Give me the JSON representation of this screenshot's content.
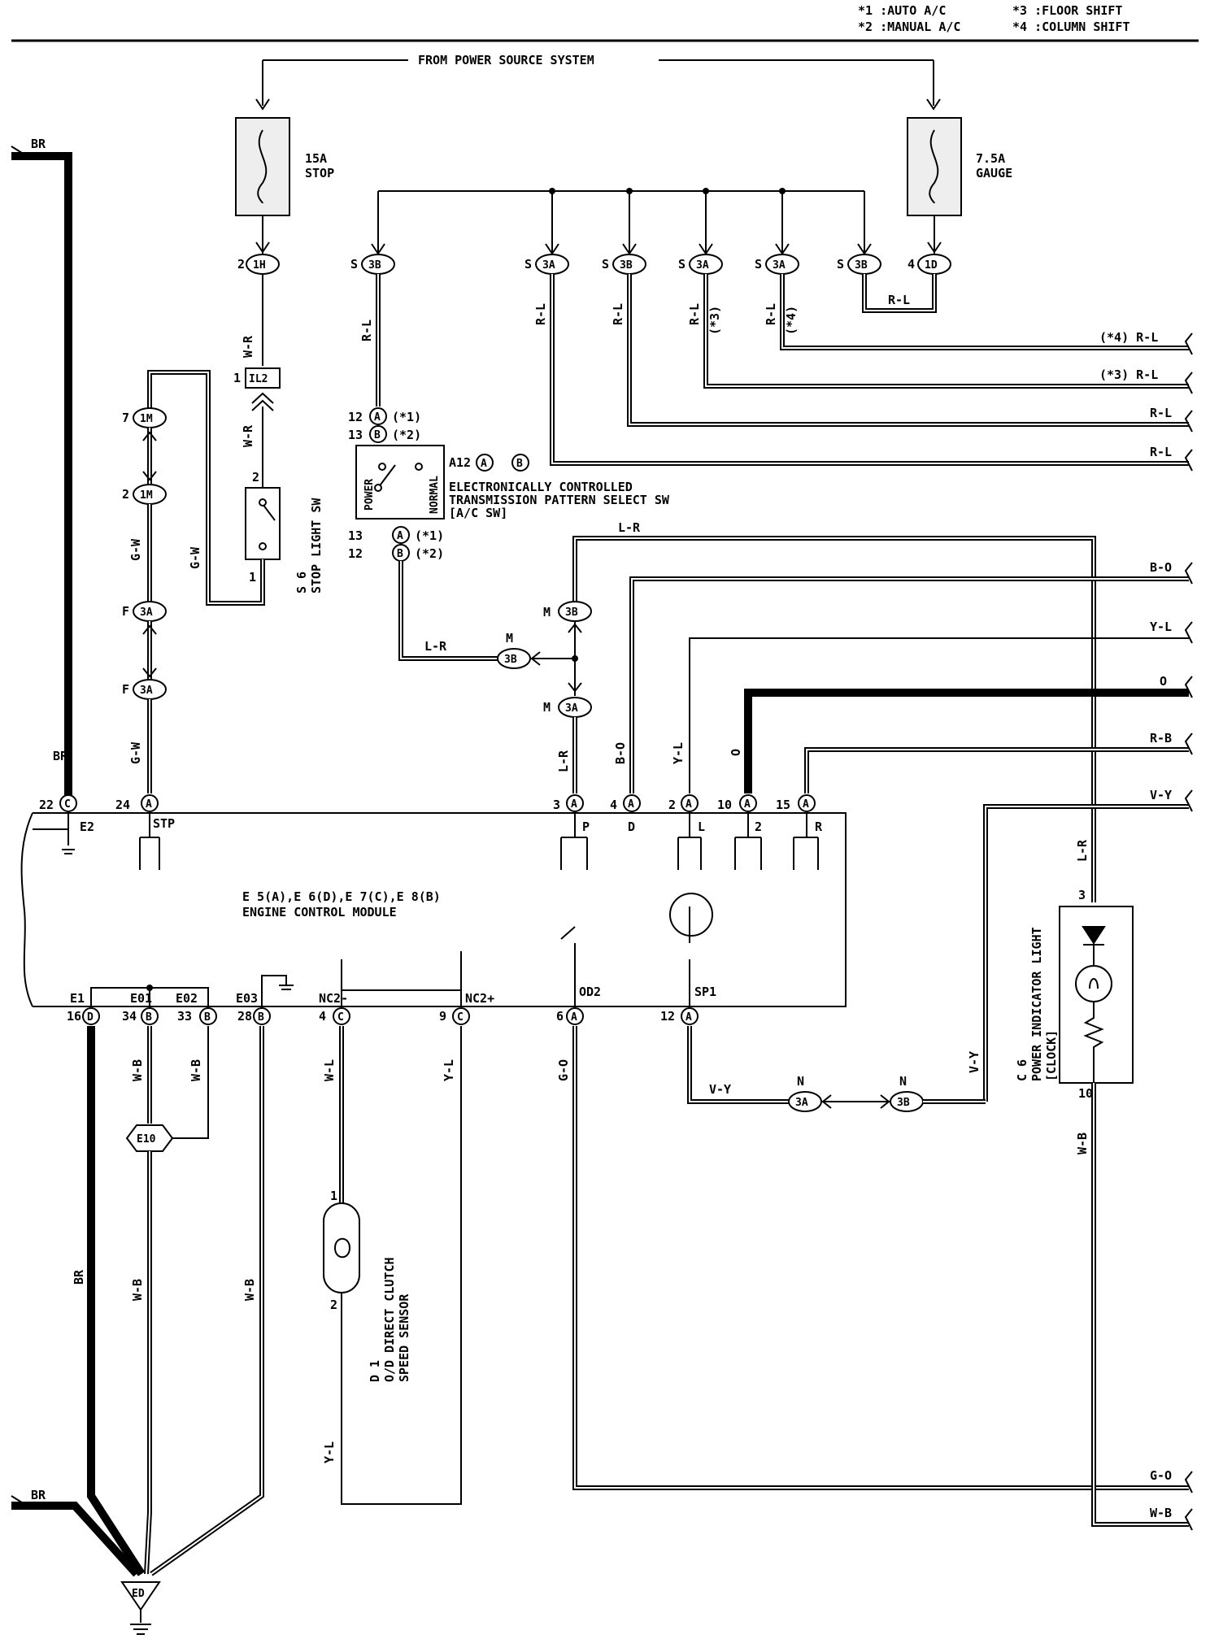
{
  "legend": {
    "n1": "*1 :AUTO A/C",
    "n2": "*2 :MANUAL A/C",
    "n3": "*3 :FLOOR SHIFT",
    "n4": "*4 :COLUMN SHIFT"
  },
  "header": {
    "power_source": "FROM POWER SOURCE SYSTEM"
  },
  "fuses": {
    "stop": {
      "amp": "15A",
      "name": "STOP"
    },
    "gauge": {
      "amp": "7.5A",
      "name": "GAUGE"
    }
  },
  "connectors": {
    "c1h": {
      "pin": "2",
      "id": "1H"
    },
    "c1d": {
      "pin": "4",
      "id": "1D"
    },
    "il2": {
      "pin": "1",
      "id": "IL2"
    },
    "c1m7": {
      "pin": "7",
      "id": "1M"
    },
    "c1m2": {
      "pin": "2",
      "id": "1M"
    },
    "f3a1": {
      "pin": "F",
      "id": "3A"
    },
    "f3a2": {
      "pin": "F",
      "id": "3A"
    },
    "s_list": [
      {
        "pin": "S",
        "id": "3B"
      },
      {
        "pin": "S",
        "id": "3A"
      },
      {
        "pin": "S",
        "id": "3B"
      },
      {
        "pin": "S",
        "id": "3A"
      },
      {
        "pin": "S",
        "id": "3A"
      },
      {
        "pin": "S",
        "id": "3B"
      }
    ],
    "m3b_top": {
      "pin": "M",
      "id": "3B"
    },
    "m3b_left": {
      "pin": "M",
      "id": "3B"
    },
    "m3a": {
      "pin": "M",
      "id": "3A"
    },
    "n3a": {
      "pin": "N",
      "id": "3A"
    },
    "n3b": {
      "pin": "N",
      "id": "3B"
    }
  },
  "wires": {
    "br": "BR",
    "wr": "W-R",
    "gw": "G-W",
    "rl": "R-L",
    "lr": "L-R",
    "bo": "B-O",
    "yl": "Y-L",
    "o": "O",
    "rb": "R-B",
    "vy": "V-Y",
    "wl": "W-L",
    "wb": "W-B",
    "go": "G-O",
    "star3": "(*3)",
    "star4": "(*4)"
  },
  "switch_a12": {
    "ref": "A12",
    "circA": "A",
    "circB": "B",
    "title1": "ELECTRONICALLY CONTROLLED",
    "title2": "TRANSMISSION PATTERN SELECT SW",
    "title3": "[A/C SW]",
    "power": "POWER",
    "normal": "NORMAL",
    "pins": [
      "12",
      "13",
      "13",
      "12"
    ],
    "pin_ids": [
      "A",
      "B",
      "A",
      "B"
    ],
    "notes": [
      "(*1)",
      "(*2)",
      "(*1)",
      "(*2)"
    ]
  },
  "stop_sw": {
    "ref": "S 6",
    "name": "STOP LIGHT SW",
    "pin1": "1",
    "pin2": "2"
  },
  "ecm": {
    "line1": "E 5(A),E 6(D),E 7(C),E 8(B)",
    "line2": "ENGINE CONTROL MODULE",
    "top_pins": [
      {
        "num": "22",
        "id": "C",
        "term": "E2"
      },
      {
        "num": "24",
        "id": "A",
        "term": "STP"
      },
      {
        "num": "3",
        "id": "A",
        "term": "P"
      },
      {
        "num": "4",
        "id": "A",
        "term": "D"
      },
      {
        "num": "2",
        "id": "A",
        "term": "L"
      },
      {
        "num": "10",
        "id": "A",
        "term": "2"
      },
      {
        "num": "15",
        "id": "A",
        "term": "R"
      }
    ],
    "bottom_pins": [
      {
        "num": "16",
        "id": "D",
        "term": "E1"
      },
      {
        "num": "34",
        "id": "B",
        "term": "E01"
      },
      {
        "num": "33",
        "id": "B",
        "term": "E02"
      },
      {
        "num": "28",
        "id": "B",
        "term": "E03"
      },
      {
        "num": "4",
        "id": "C",
        "term": "NC2-"
      },
      {
        "num": "9",
        "id": "C",
        "term": "NC2+"
      },
      {
        "num": "6",
        "id": "A",
        "term": "OD2"
      },
      {
        "num": "12",
        "id": "A",
        "term": "SP1"
      }
    ]
  },
  "sensor": {
    "ref": "D 1",
    "name1": "O/D DIRECT CLUTCH",
    "name2": "SPEED SENSOR",
    "pin1": "1",
    "pin2": "2"
  },
  "indicator": {
    "ref": "C 6",
    "name": "POWER INDICATOR LIGHT",
    "sub": "[CLOCK]",
    "pin_top": "3",
    "pin_bot": "10"
  },
  "grounds": {
    "e10": "E10",
    "ed": "ED"
  },
  "right_labels": {
    "rl4": "(*4) R-L",
    "rl3": "(*3) R-L",
    "rl_a": "R-L",
    "rl_b": "R-L",
    "bo": "B-O",
    "yl": "Y-L",
    "o": "O",
    "rb": "R-B",
    "vy": "V-Y",
    "go": "G-O",
    "wb": "W-B"
  }
}
